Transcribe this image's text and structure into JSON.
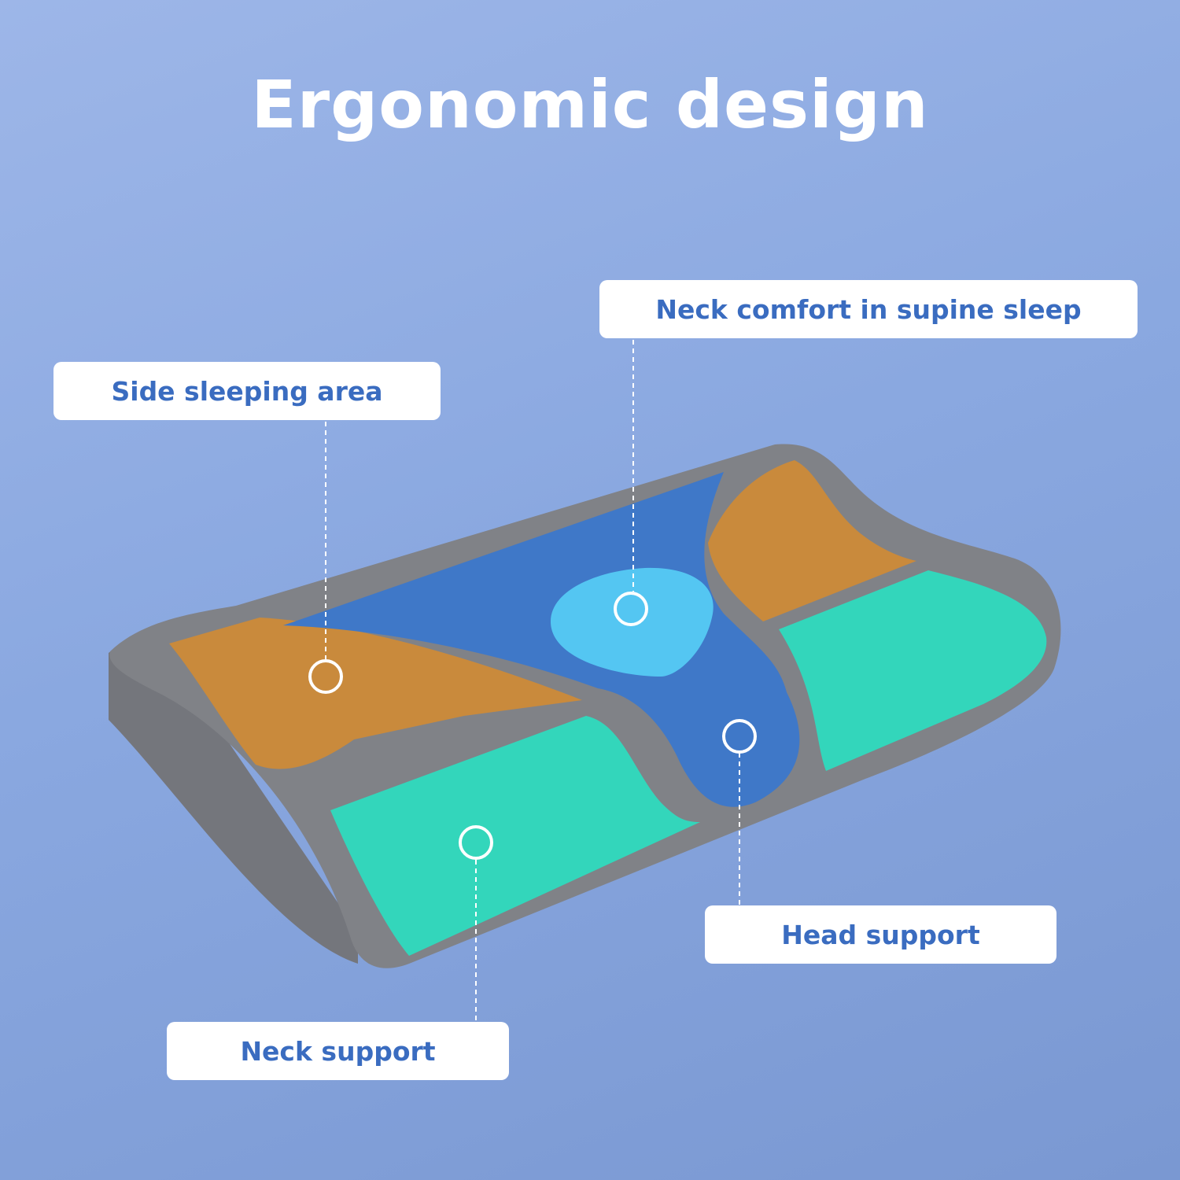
{
  "title": "Ergonomic design",
  "labels": {
    "side_sleeping_area": "Side sleeping area",
    "neck_comfort_supine": "Neck comfort in supine sleep",
    "head_support": "Head support",
    "neck_support": "Neck support"
  },
  "colors": {
    "background": "#8aa8e0",
    "label_text": "#3a6cc0",
    "pillow_gray": "#7d7f84",
    "orange_zone": "#c98a3c",
    "blue_zone": "#3f78c8",
    "teal_zone": "#33d6bb",
    "light_blue_zone": "#54c6f2"
  }
}
